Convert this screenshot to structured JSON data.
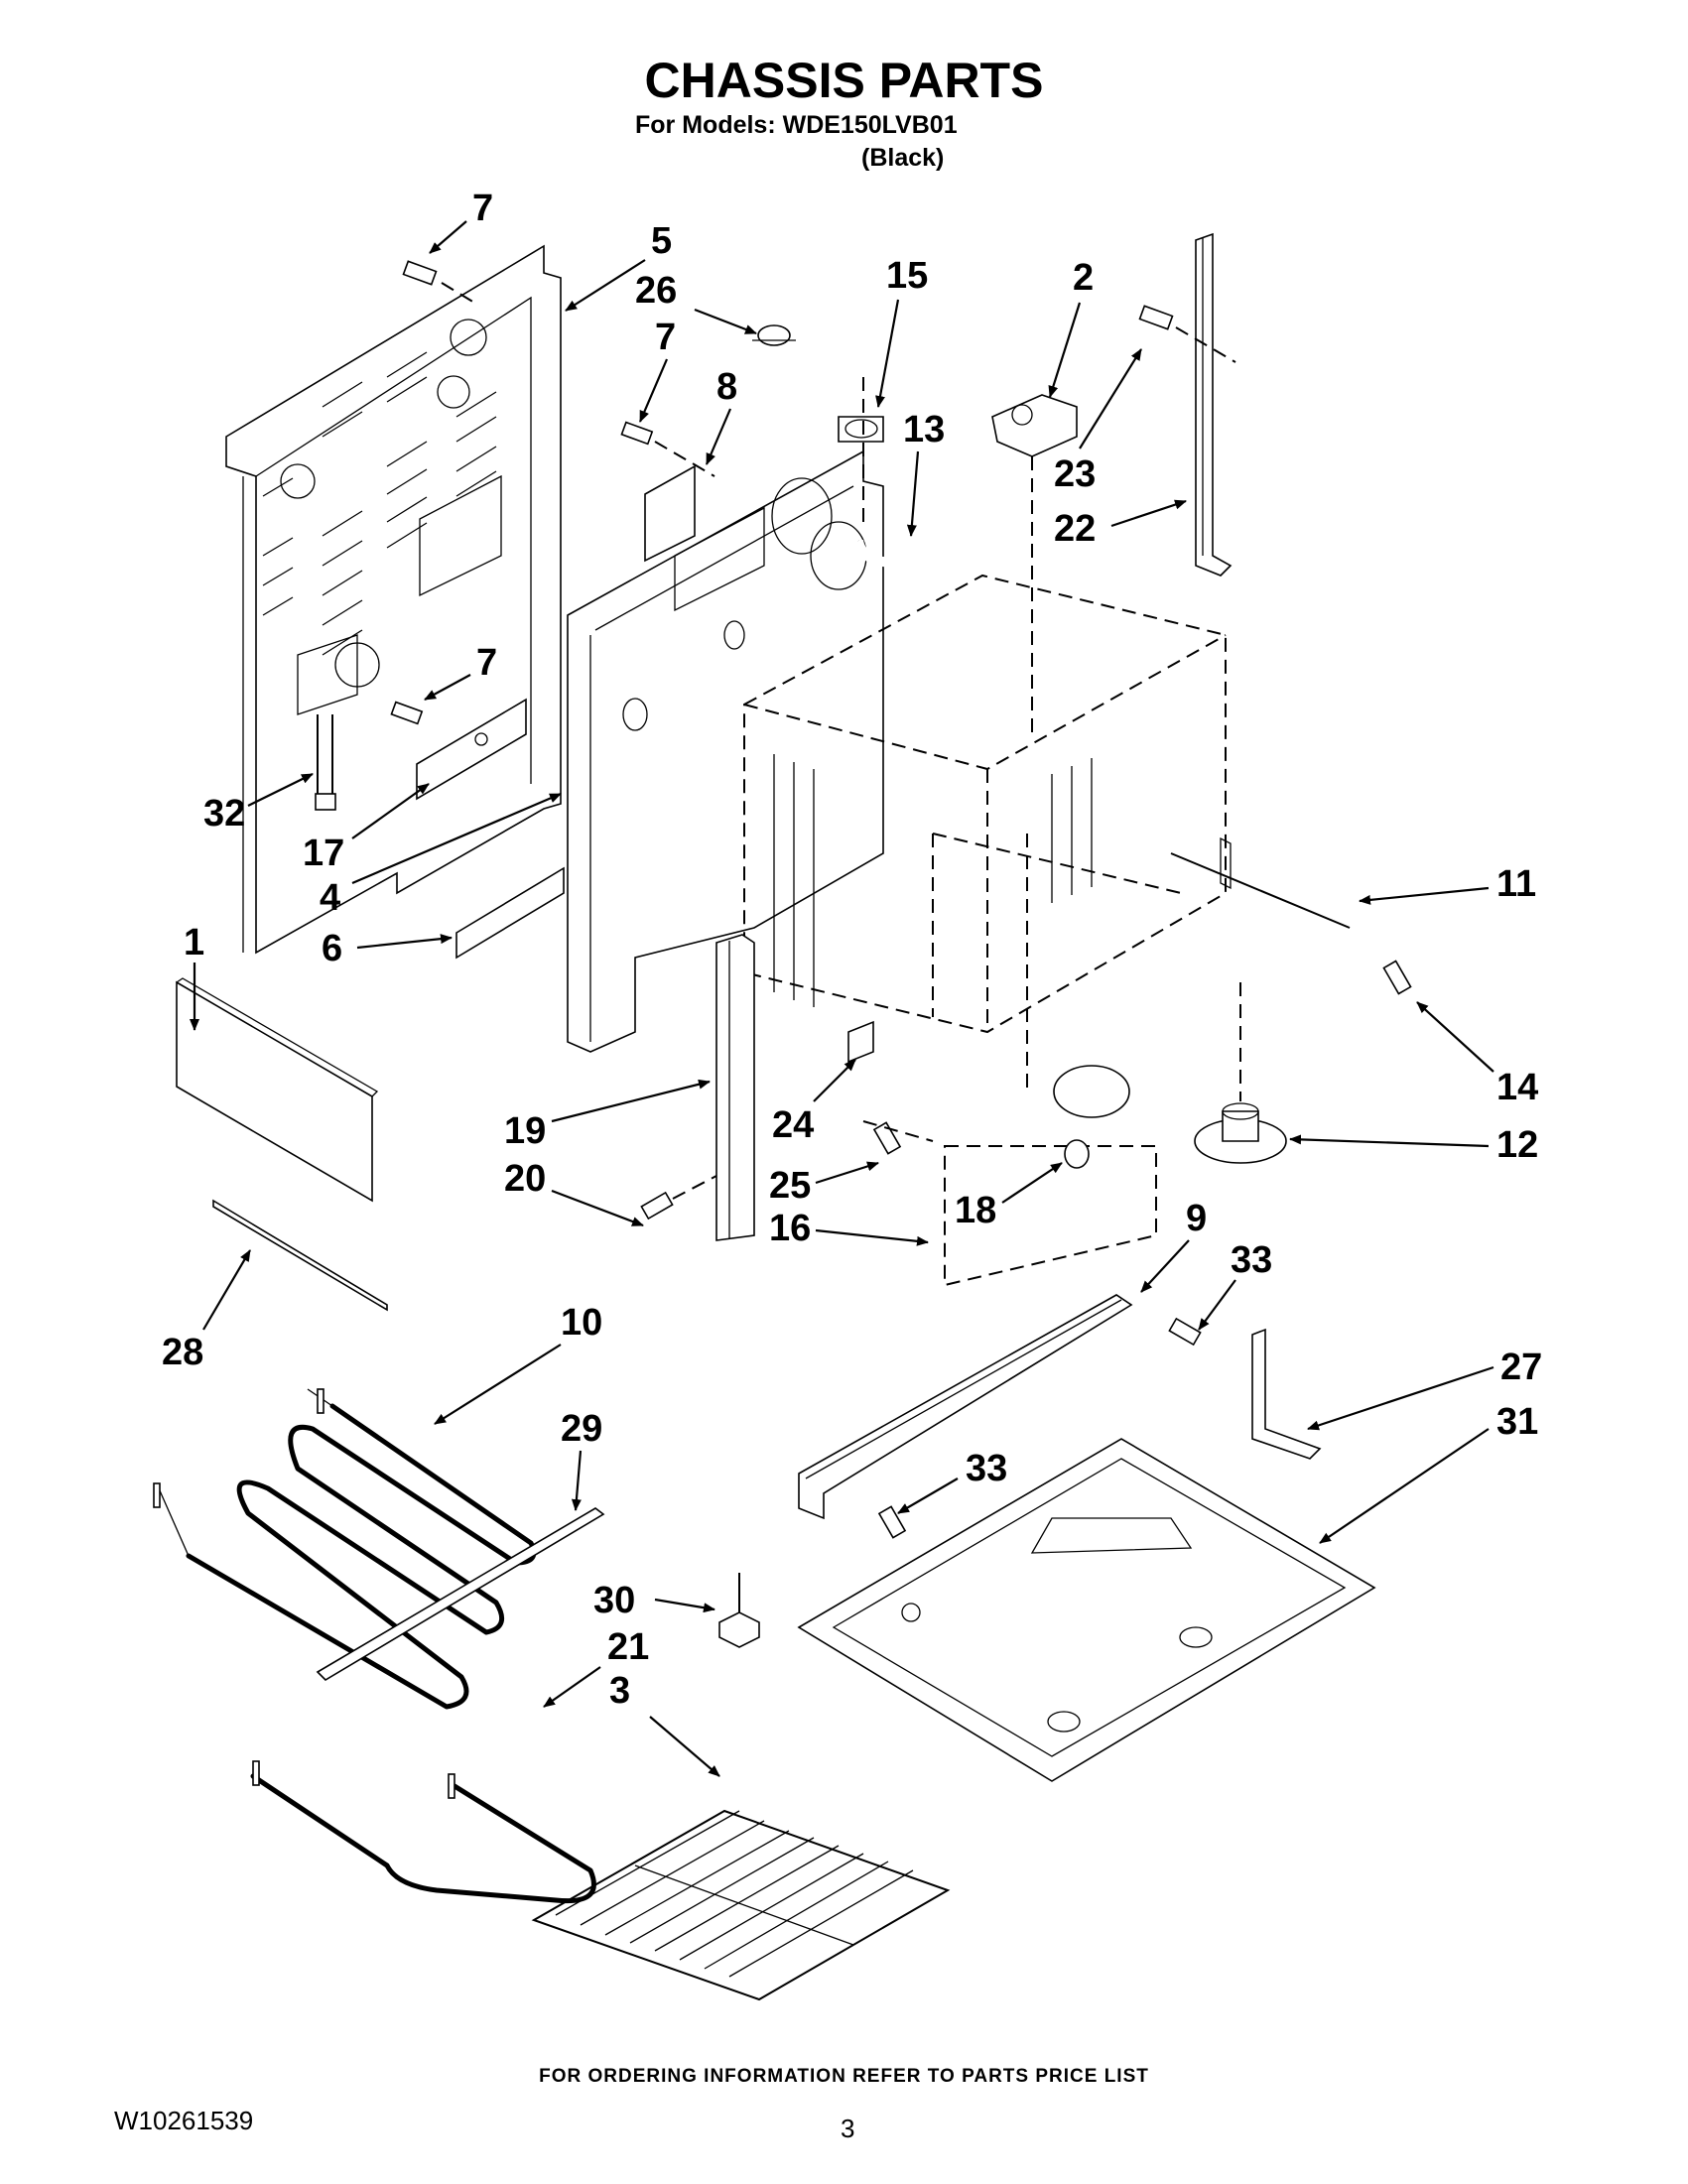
{
  "header": {
    "title": "CHASSIS PARTS",
    "models_line": "For Models: WDE150LVB01",
    "color_line": "(Black)"
  },
  "footer": {
    "ordering_note": "FOR ORDERING INFORMATION REFER TO PARTS PRICE LIST",
    "document_number": "W10261539",
    "page_number": "3"
  },
  "callouts": [
    {
      "id": "c7a",
      "number": "7"
    },
    {
      "id": "c5",
      "number": "5"
    },
    {
      "id": "c26",
      "number": "26"
    },
    {
      "id": "c15",
      "number": "15"
    },
    {
      "id": "c2",
      "number": "2"
    },
    {
      "id": "c7b",
      "number": "7"
    },
    {
      "id": "c8",
      "number": "8"
    },
    {
      "id": "c13",
      "number": "13"
    },
    {
      "id": "c23",
      "number": "23"
    },
    {
      "id": "c22",
      "number": "22"
    },
    {
      "id": "c7c",
      "number": "7"
    },
    {
      "id": "c32",
      "number": "32"
    },
    {
      "id": "c17",
      "number": "17"
    },
    {
      "id": "c4",
      "number": "4"
    },
    {
      "id": "c11",
      "number": "11"
    },
    {
      "id": "c1",
      "number": "1"
    },
    {
      "id": "c6",
      "number": "6"
    },
    {
      "id": "c14",
      "number": "14"
    },
    {
      "id": "c24",
      "number": "24"
    },
    {
      "id": "c19",
      "number": "19"
    },
    {
      "id": "c12",
      "number": "12"
    },
    {
      "id": "c20",
      "number": "20"
    },
    {
      "id": "c25",
      "number": "25"
    },
    {
      "id": "c18",
      "number": "18"
    },
    {
      "id": "c16",
      "number": "16"
    },
    {
      "id": "c9",
      "number": "9"
    },
    {
      "id": "c33a",
      "number": "33"
    },
    {
      "id": "c28",
      "number": "28"
    },
    {
      "id": "c10",
      "number": "10"
    },
    {
      "id": "c27",
      "number": "27"
    },
    {
      "id": "c29",
      "number": "29"
    },
    {
      "id": "c31",
      "number": "31"
    },
    {
      "id": "c33b",
      "number": "33"
    },
    {
      "id": "c30",
      "number": "30"
    },
    {
      "id": "c21",
      "number": "21"
    },
    {
      "id": "c3",
      "number": "3"
    }
  ]
}
